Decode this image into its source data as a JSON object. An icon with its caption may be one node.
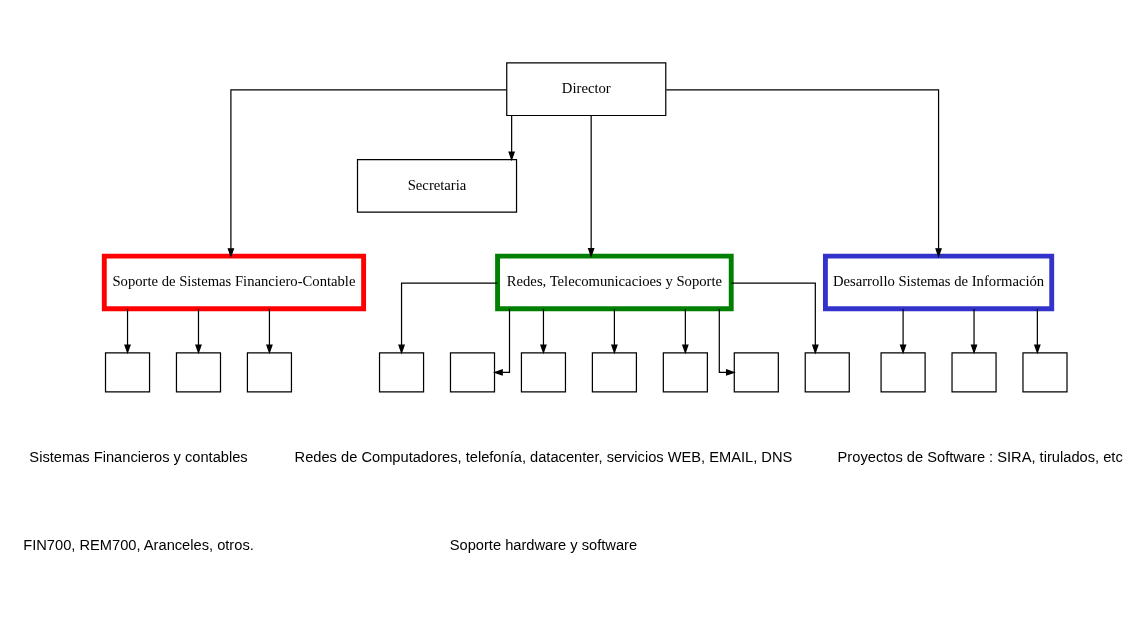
{
  "diagram": {
    "nodes": [
      {
        "text": [
          "Director"
        ]
      },
      {
        "text": [
          "Secretaria"
        ]
      },
      {
        "text": [
          "Soporte de Sistemas Financiero-Contable"
        ]
      },
      {
        "text": [
          "Redes, Telecomunicacioes y Soporte"
        ]
      },
      {
        "text": [
          "Desarrollo Sistemas de Información"
        ]
      },
      {
        "text": [],
        "shape": "box"
      },
      {
        "text": [],
        "shape": "box"
      },
      {
        "text": [],
        "shape": "box"
      },
      {
        "text": [],
        "shape": "box"
      },
      {
        "text": [],
        "shape": "box"
      },
      {
        "text": [],
        "shape": "box"
      },
      {
        "text": [],
        "shape": "box"
      },
      {
        "text": [],
        "shape": "box"
      },
      {
        "text": [],
        "shape": "box"
      },
      {
        "text": [],
        "shape": "box"
      },
      {
        "text": [],
        "shape": "box"
      },
      {
        "text": [],
        "shape": "box"
      },
      {
        "text": [],
        "shape": "box"
      }
    ],
    "edges": [
      {
        "from": 0,
        "to": 1,
        "arrow": "to"
      },
      {
        "from": 0,
        "to": 2,
        "arrow": "to"
      },
      {
        "from": 0,
        "to": 3,
        "arrow": "to"
      },
      {
        "from": 0,
        "to": 4,
        "arrow": "to"
      },
      {
        "from": 2,
        "to": 5,
        "arrow": "to"
      },
      {
        "from": 2,
        "to": 6,
        "arrow": "to"
      },
      {
        "from": 2,
        "to": 7,
        "arrow": "to"
      },
      {
        "from": 3,
        "to": 8,
        "arrow": "to"
      },
      {
        "from": 3,
        "to": 9,
        "arrow": "to"
      },
      {
        "from": 3,
        "to": 10,
        "arrow": "to"
      },
      {
        "from": 3,
        "to": 11,
        "arrow": "to"
      },
      {
        "from": 3,
        "to": 12,
        "arrow": "to"
      },
      {
        "from": 3,
        "to": 13,
        "arrow": "to"
      },
      {
        "from": 3,
        "to": 14,
        "arrow": "to"
      },
      {
        "from": 4,
        "to": 15,
        "arrow": "to"
      },
      {
        "from": 4,
        "to": 16,
        "arrow": "to"
      },
      {
        "from": 4,
        "to": 17,
        "arrow": "to"
      }
    ],
    "labels": [
      "Sistemas Financieros y contables",
      "FIN700, REM700, Aranceles, otros.",
      "Redes de Computadores, telefonía, datacenter, servicios WEB, EMAIL, DNS",
      "Soporte hardware y software",
      "Proyectos de Software : SIRA, tirulados, etc"
    ]
  }
}
